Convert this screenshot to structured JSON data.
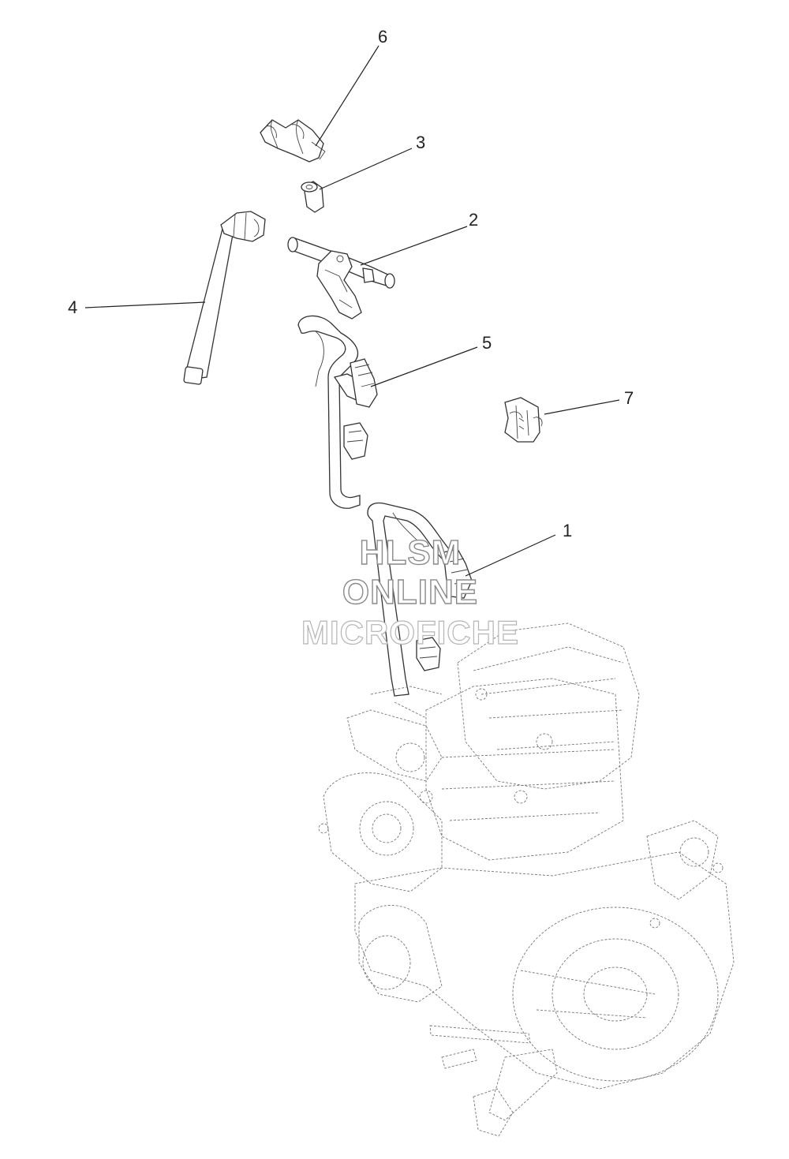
{
  "callouts": [
    {
      "id": "1",
      "label": "1"
    },
    {
      "id": "2",
      "label": "2"
    },
    {
      "id": "3",
      "label": "3"
    },
    {
      "id": "4",
      "label": "4"
    },
    {
      "id": "5",
      "label": "5"
    },
    {
      "id": "6",
      "label": "6"
    },
    {
      "id": "7",
      "label": "7"
    }
  ],
  "watermark": {
    "line1": "HLSM",
    "line2": "ONLINE",
    "line3": "MICROFICHE"
  }
}
